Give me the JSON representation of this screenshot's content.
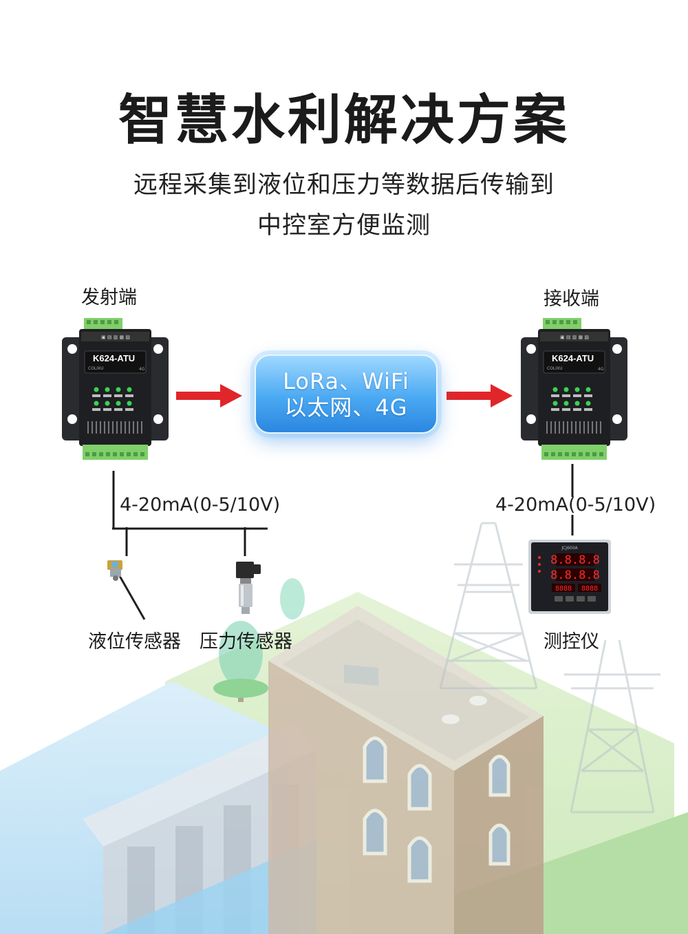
{
  "header": {
    "title": "智慧水利解决方案",
    "subtitle_line1": "远程采集到液位和压力等数据后传输到",
    "subtitle_line2": "中控室方便监测"
  },
  "transmitter": {
    "label": "发射端",
    "device_model": "K624-ATU",
    "device_brand": "COLIXU",
    "device_variant": "4G"
  },
  "receiver": {
    "label": "接收端",
    "device_model": "K624-ATU",
    "device_brand": "COLIXU",
    "device_variant": "4G"
  },
  "link": {
    "line1": "LoRa、WiFi",
    "line2": "以太网、4G"
  },
  "signal_left": "4-20mA(0-5/10V)",
  "signal_right": "4-20mA(0-5/10V)",
  "sensors": [
    {
      "label": "液位传感器"
    },
    {
      "label": "压力传感器"
    }
  ],
  "controller": {
    "label": "测控仪",
    "readouts": [
      "8.8.8.8",
      "8.8.8.8",
      "8888",
      "8888"
    ]
  },
  "colors": {
    "arrow": "#e0262a",
    "device_body": "#1e1f22",
    "terminal_green": "#7fcf6a",
    "bubble_blue": "#3d9ff0",
    "led_green": "#39d353",
    "display_red": "#ff2a2a"
  }
}
